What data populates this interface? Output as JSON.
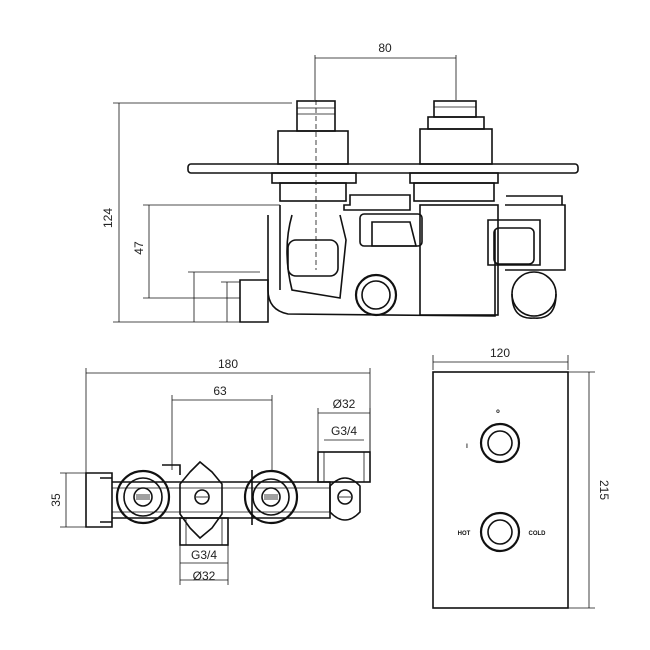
{
  "top_view": {
    "dim_width": "80",
    "dim_height_total": "124",
    "dim_height_mid": "47"
  },
  "front_view": {
    "dim_width": "180",
    "dim_spacing": "63",
    "dim_right_diameter": "Ø32",
    "dim_right_thread": "G3/4",
    "dim_depth": "35",
    "dim_bottom_thread": "G3/4",
    "dim_bottom_diameter": "Ø32"
  },
  "faceplate": {
    "dim_width": "120",
    "dim_height": "215",
    "label_on": "I",
    "label_off": "o",
    "label_hot": "HOT",
    "label_cold": "COLD"
  }
}
